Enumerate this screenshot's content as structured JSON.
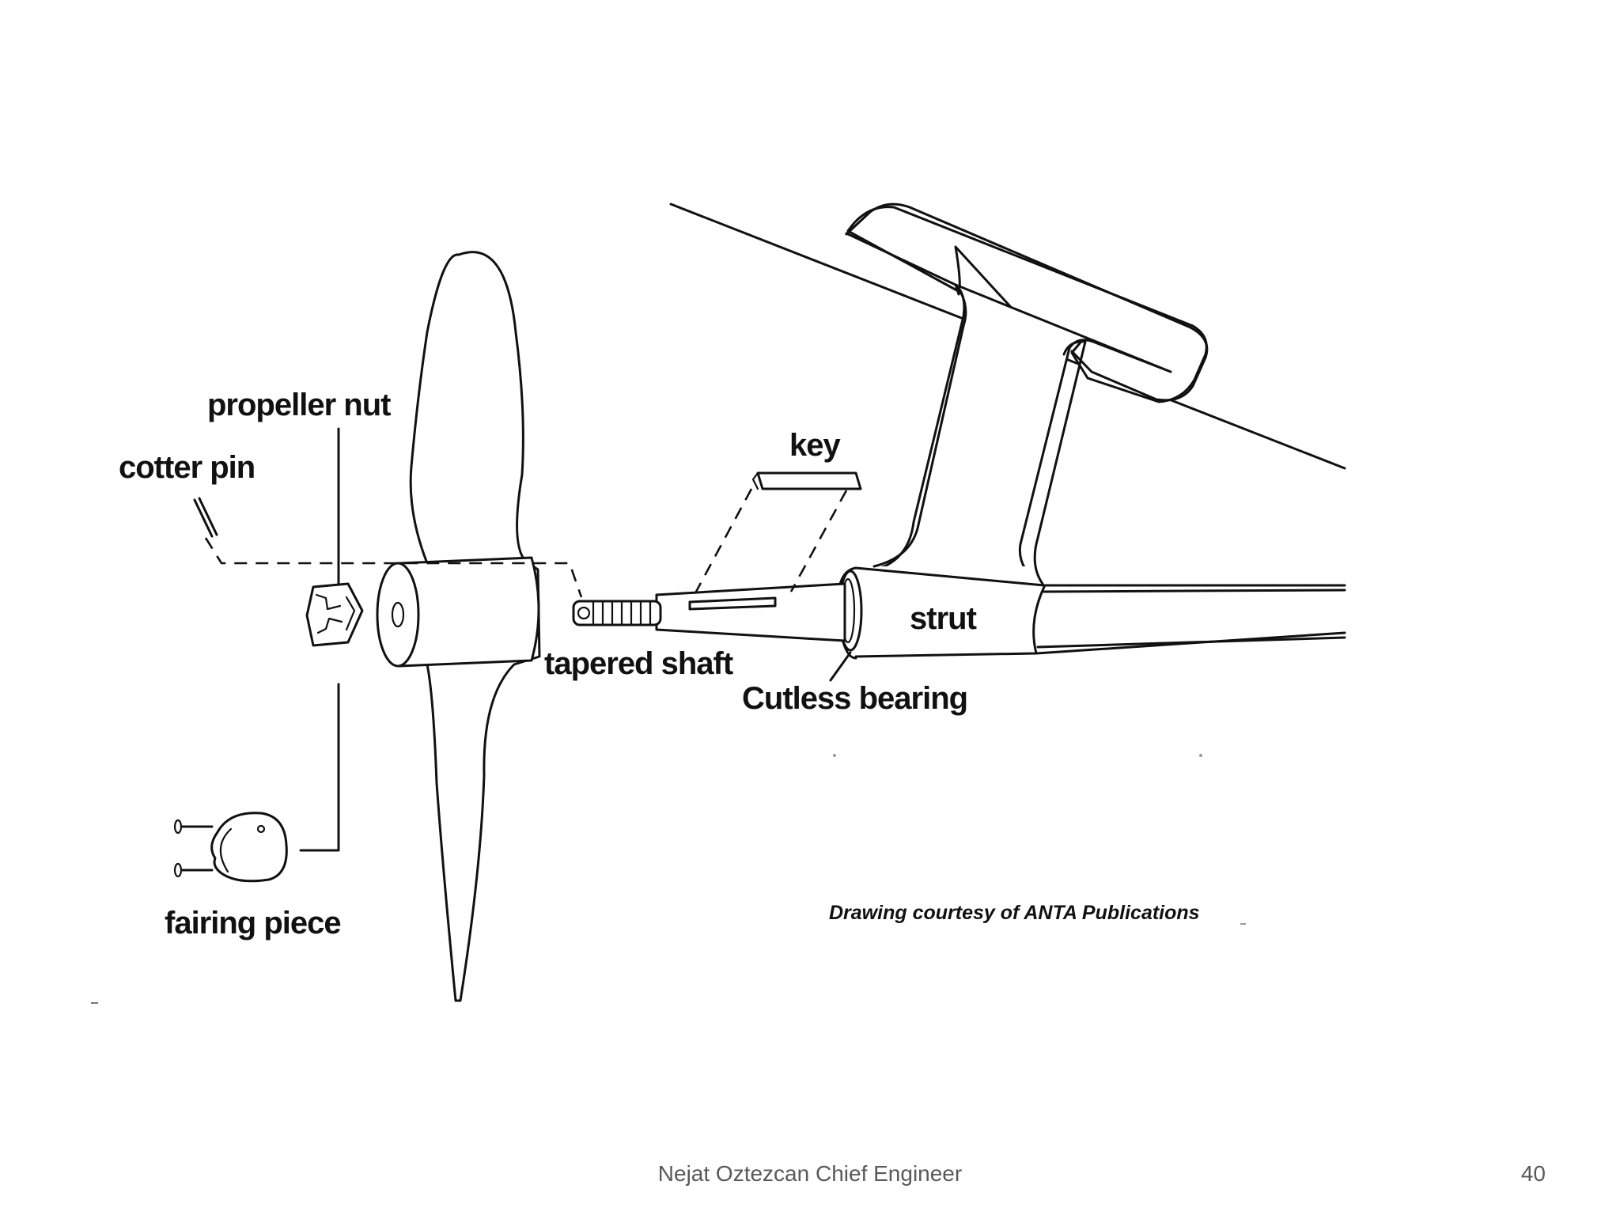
{
  "diagram": {
    "labels": {
      "propeller_nut": "propeller nut",
      "cotter_pin": "cotter pin",
      "key": "key",
      "strut": "strut",
      "tapered_shaft": "tapered shaft",
      "cutless_bearing": "Cutless bearing",
      "fairing_piece": "fairing piece"
    },
    "credit": "Drawing courtesy of ANTA Publications"
  },
  "footer": {
    "text": "Nejat Oztezcan Chief Engineer",
    "page_number": "40"
  }
}
